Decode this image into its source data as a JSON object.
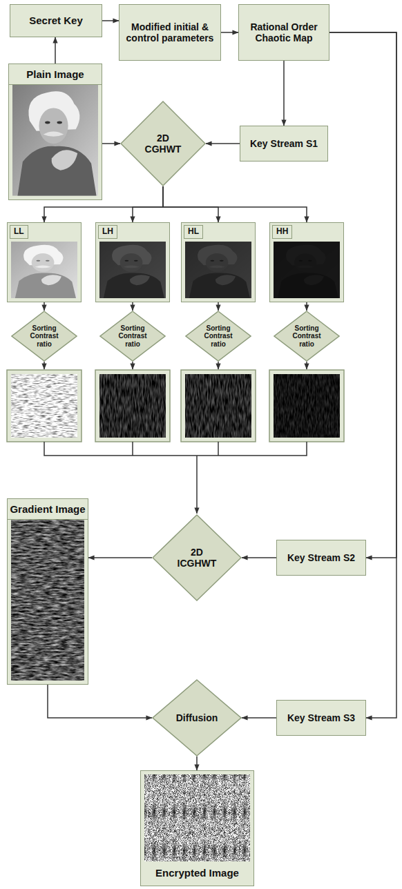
{
  "diagram": {
    "nodes": [
      {
        "text": [
          "Secret Key"
        ]
      },
      {
        "text": [
          "Modified initial & control parameters"
        ]
      },
      {
        "text": [
          "Rational Order Chaotic Map"
        ]
      },
      {
        "text": [
          "Plain Image"
        ]
      },
      {
        "text": [
          "2D CGHWT"
        ]
      },
      {
        "text": [
          "Key Stream S1"
        ]
      },
      {
        "text": [
          "LL"
        ]
      },
      {
        "text": [
          "LH"
        ]
      },
      {
        "text": [
          "HL"
        ]
      },
      {
        "text": [
          "HH"
        ]
      },
      {
        "text": [
          "Sorting Contrast ratio"
        ]
      },
      {
        "text": [
          "Sorting Contrast ratio"
        ]
      },
      {
        "text": [
          "Sorting Contrast ratio"
        ]
      },
      {
        "text": [
          "Sorting Contrast ratio"
        ]
      },
      {
        "text": [
          "Gradient Image"
        ]
      },
      {
        "text": [
          "2D ICGHWT"
        ]
      },
      {
        "text": [
          "Key Stream S2"
        ]
      },
      {
        "text": [
          "Diffusion"
        ]
      },
      {
        "text": [
          "Key Stream S3"
        ]
      },
      {
        "text": [
          "Encrypted Image"
        ]
      }
    ],
    "edges": [
      {
        "from": 0,
        "to": 1,
        "arrow": "to"
      },
      {
        "from": 1,
        "to": 2,
        "arrow": "to"
      },
      {
        "from": 2,
        "to": 5,
        "arrow": "to"
      },
      {
        "from": 2,
        "to": 16,
        "arrow": "to"
      },
      {
        "from": 2,
        "to": 18,
        "arrow": "to"
      },
      {
        "from": 3,
        "to": 0,
        "arrow": "to"
      },
      {
        "from": 3,
        "to": 4,
        "arrow": "to"
      },
      {
        "from": 5,
        "to": 4,
        "arrow": "to"
      },
      {
        "from": 4,
        "to": 6,
        "arrow": "to"
      },
      {
        "from": 4,
        "to": 7,
        "arrow": "to"
      },
      {
        "from": 4,
        "to": 8,
        "arrow": "to"
      },
      {
        "from": 4,
        "to": 9,
        "arrow": "to"
      },
      {
        "from": 6,
        "to": 10,
        "arrow": "to"
      },
      {
        "from": 7,
        "to": 11,
        "arrow": "to"
      },
      {
        "from": 8,
        "to": 12,
        "arrow": "to"
      },
      {
        "from": 9,
        "to": 13,
        "arrow": "to"
      },
      {
        "from": 16,
        "to": 15,
        "arrow": "to"
      },
      {
        "from": 15,
        "to": 14,
        "arrow": "to"
      },
      {
        "from": 14,
        "to": 17,
        "arrow": "to"
      },
      {
        "from": 18,
        "to": 17,
        "arrow": "to"
      },
      {
        "from": 17,
        "to": 19,
        "arrow": "to"
      }
    ]
  }
}
